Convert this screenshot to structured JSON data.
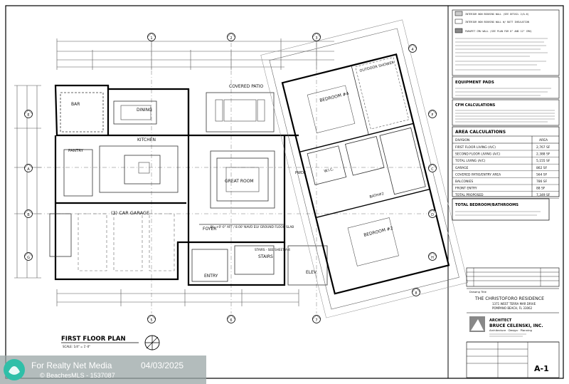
{
  "plan": {
    "room_labels": {
      "bar": "BAR",
      "dining": "DINING",
      "kitchen": "KITCHEN",
      "pantry": "PANTRY",
      "covered_patio": "COVERED PATIO",
      "great_room": "GREAT ROOM",
      "garage": "(3) CAR GARAGE",
      "foyer": "FOYER",
      "stairs": "STAIRS",
      "entry": "ENTRY",
      "elev": "ELEV.",
      "bedroom4": "BEDROOM #4",
      "bedroom2": "BEDROOM #2",
      "wic": "W.I.C.",
      "bath2": "BATH#2",
      "pwdr": "PWDR",
      "outdoor_shower": "OUTDOOR SHOWER"
    },
    "notes": {
      "foyer_slab": "EL. +0'-0\" AFF / 8.00' NAVD ELV GROUND FLOOR SLAB",
      "stairs_note": "STAIRS - SEE SHEET A-4"
    },
    "bubbles": [
      "1",
      "2",
      "3",
      "4",
      "5",
      "6",
      "7",
      "8",
      "A",
      "B",
      "C",
      "D",
      "E",
      "F",
      "G",
      "H"
    ]
  },
  "title": {
    "main": "FIRST FLOOR PLAN",
    "scale": "SCALE: 1/4\" = 1'-0\""
  },
  "legend": {
    "lines": [
      "INTERIOR NON BEARING WALL (SEE DETAIL 2/A-6)",
      "INTERIOR NON BEARING WALL W/ BATT INSULATION",
      "PARAPET CMU WALL (SEE PLAN FOR 8\" AND 12\" CMU)"
    ]
  },
  "equipment_pads": {
    "title": "EQUIPMENT PADS"
  },
  "cfm": {
    "title": "CFM CALCULATIONS"
  },
  "area_calc": {
    "title": "AREA CALCULATIONS",
    "col_division": "DIVISION",
    "col_area": "AREA",
    "rows": [
      {
        "division": "FIRST FLOOR LIVING (A/C)",
        "area": "2,767 SF"
      },
      {
        "division": "SECOND FLOOR LIVING (A/C)",
        "area": "2,388 SF"
      },
      {
        "division": "TOTAL LIVING (A/C)",
        "area": "5,155 SF"
      },
      {
        "division": "GARAGE",
        "area": "862 SF"
      },
      {
        "division": "COVERED PATIO/ENTRY AREA",
        "area": "564 SF"
      },
      {
        "division": "BALCONIES",
        "area": "786 SF"
      },
      {
        "division": "FRONT ENTRY",
        "area": "88 SF"
      },
      {
        "division": "TOTAL PROPOSED",
        "area": "7,349 SF"
      }
    ]
  },
  "bedrooms": {
    "title": "TOTAL BEDROOM/BATHROOMS"
  },
  "project": {
    "drawing_title_label": "Drawing Title",
    "name": "THE CHRISTOFORO RESIDENCE",
    "address1": "1371 WEST TERRA MAR DRIVE",
    "address2": "POMPANO BEACH, FL   33062"
  },
  "architect": {
    "label": "ARCHITECT",
    "name": "BRUCE CELENSKI, INC.",
    "sub": "Architecture · Design · Planning"
  },
  "sheet": {
    "number": "A-1"
  },
  "watermark": {
    "brand": "For Realty Net Media",
    "date": "04/03/2025",
    "listing": "© BeachesMLS - 1537087"
  }
}
